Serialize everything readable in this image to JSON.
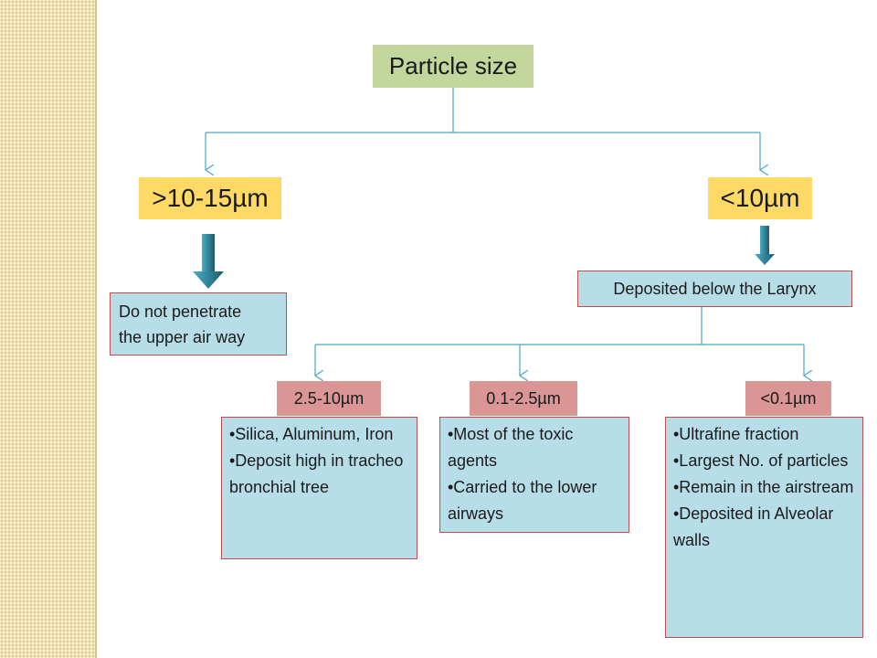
{
  "root": {
    "label": "Particle size"
  },
  "branches": {
    "left": {
      "label": ">10-15µm",
      "outcome": [
        "Do not penetrate",
        "the upper air way"
      ]
    },
    "right": {
      "label": "<10µm",
      "outcome": "Deposited below the Larynx"
    }
  },
  "sub_ranges": [
    {
      "label": "2.5-10µm",
      "bullets": [
        "•Silica, Aluminum, Iron",
        "•Deposit high in tracheo bronchial tree"
      ]
    },
    {
      "label": "0.1-2.5µm",
      "bullets": [
        "•Most of the toxic agents",
        "•Carried to the lower airways"
      ]
    },
    {
      "label": "<0.1µm",
      "bullets": [
        "•Ultrafine fraction",
        "•Largest No. of particles",
        "•Remain in the airstream",
        "•Deposited in Alveolar walls"
      ]
    }
  ],
  "colors": {
    "root_fill": "#c3d69b",
    "branch_fill": "#ffd966",
    "info_fill": "#b7dde8",
    "info_border": "#c0504d",
    "range_fill": "#d99694",
    "connector": "#4aa5c4",
    "block_arrow": "#31859c",
    "side_strip": "#f3e3b4"
  }
}
